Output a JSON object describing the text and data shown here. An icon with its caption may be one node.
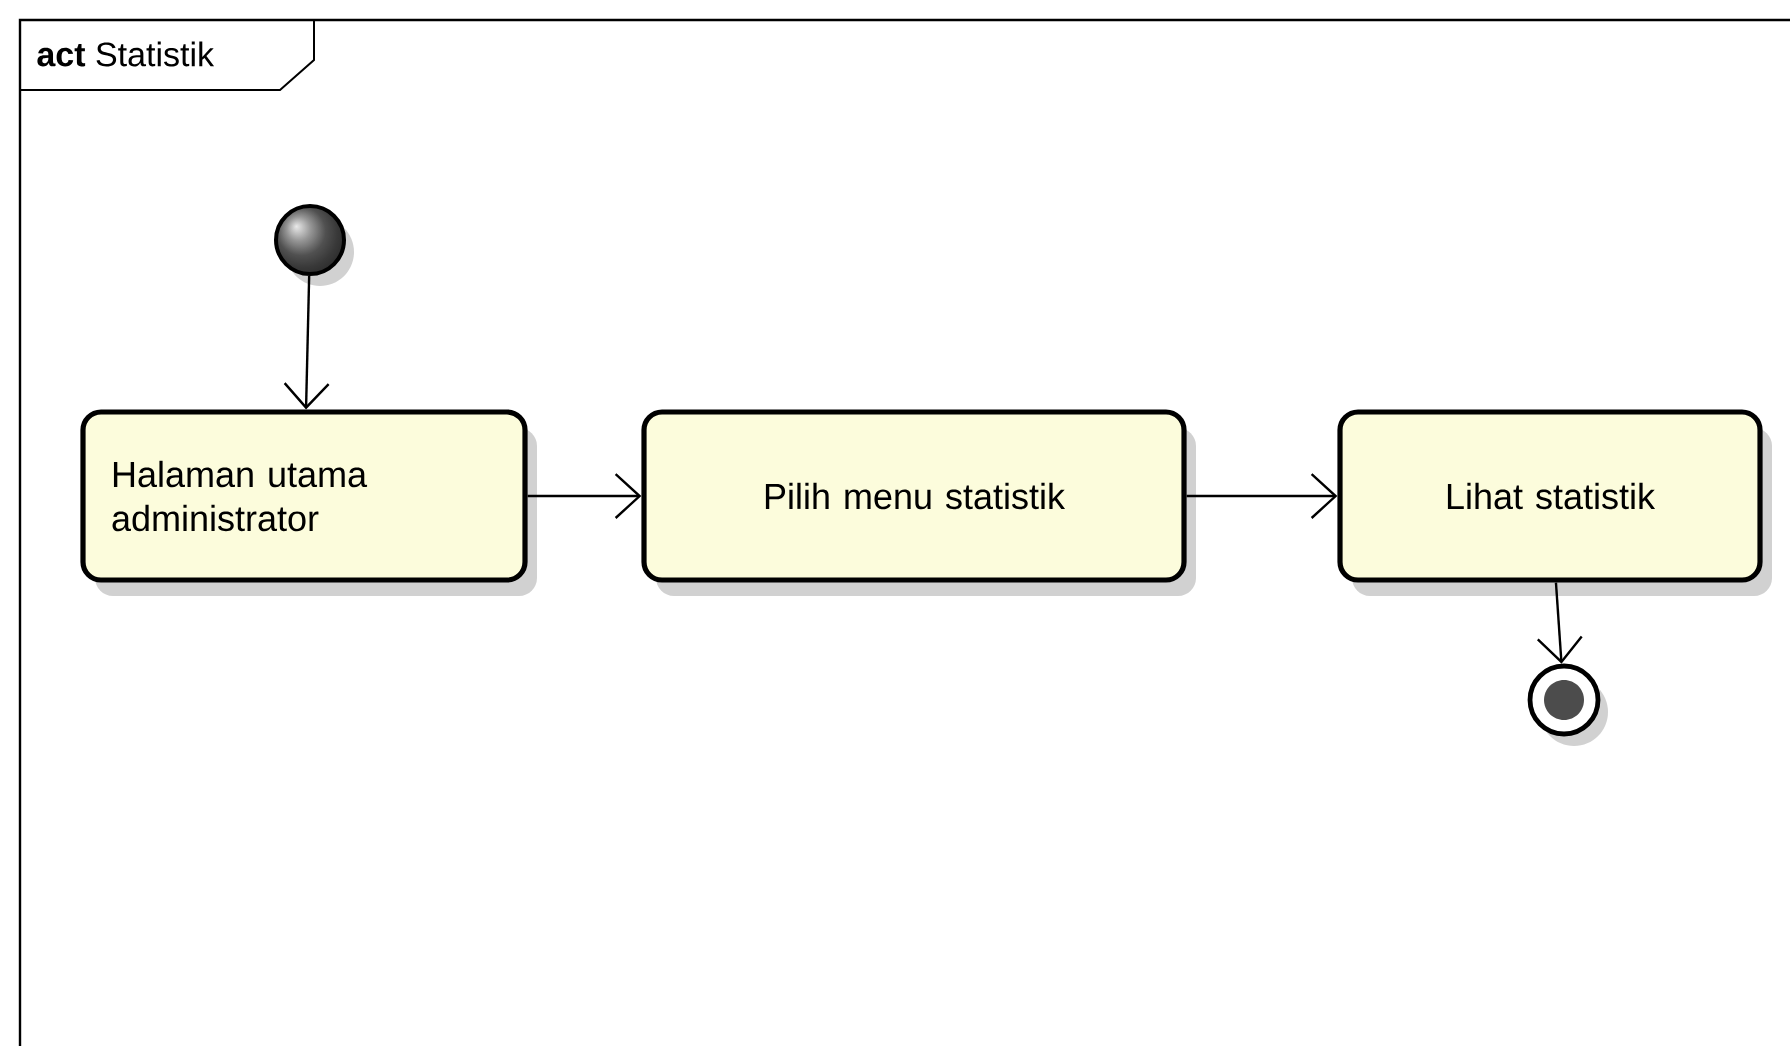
{
  "diagram": {
    "title": "**act** Statistik",
    "nodes": [
      {
        "text": [],
        "shape": "circle"
      },
      {
        "text": [
          "Halaman utama administrator"
        ]
      },
      {
        "text": [
          "Pilih menu statistik"
        ]
      },
      {
        "text": [
          "Lihat statistik"
        ]
      },
      {
        "text": [],
        "shape": "circle"
      }
    ],
    "edges": [
      {
        "from": 0,
        "to": 1,
        "arrow": "to"
      },
      {
        "from": 1,
        "to": 2,
        "arrow": "to"
      },
      {
        "from": 2,
        "to": 3,
        "arrow": "to"
      },
      {
        "from": 3,
        "to": 4,
        "arrow": "to"
      }
    ]
  }
}
